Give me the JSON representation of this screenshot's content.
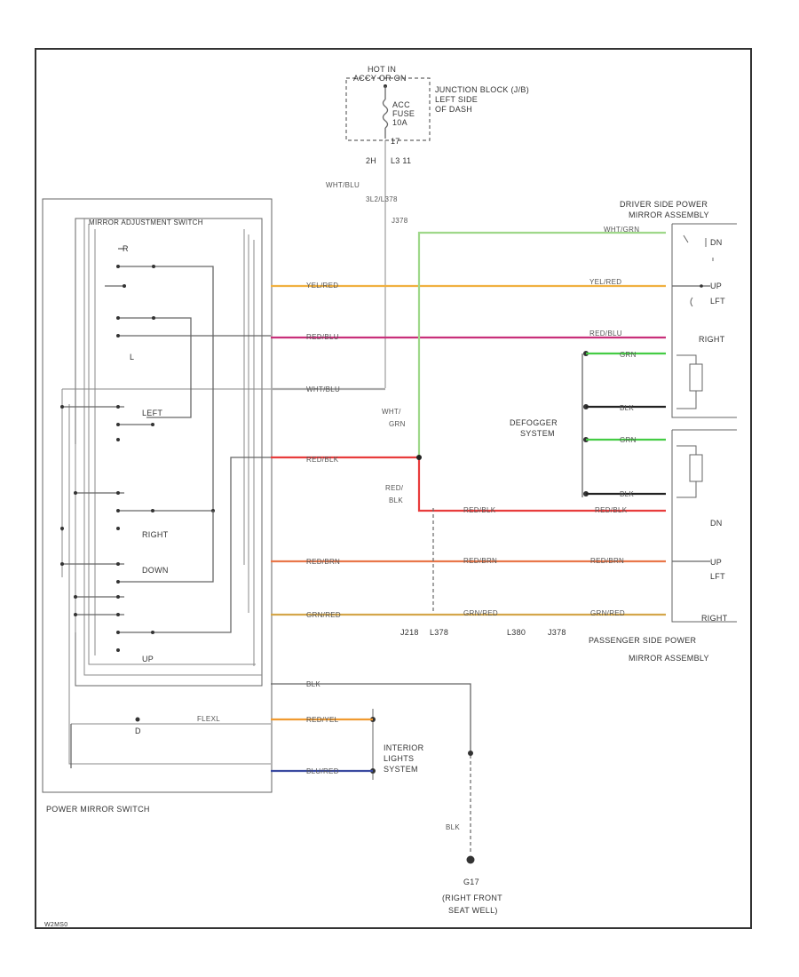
{
  "junction_block": {
    "hot_label_1": "HOT IN",
    "hot_label_2": "ACCY OR ON",
    "fuse_1": "ACC",
    "fuse_2": "FUSE",
    "fuse_3": "10A",
    "name_1": "JUNCTION BLOCK (J/B)",
    "name_2": "LEFT SIDE",
    "name_3": "OF DASH",
    "pin_1": "2H",
    "pin_2": "L3 11",
    "pin_3": "17"
  },
  "wire_labels": {
    "wht_blu_top": "WHT/BLU",
    "connectors_top": "3L2/L378",
    "j378_top": "J378",
    "yel_red": "YEL/RED",
    "red_blu": "RED/BLU",
    "wht_blu": "WHT/BLU",
    "red_blk": "RED/BLK",
    "red_brn": "RED/BRN",
    "grn_red": "GRN/RED",
    "blk": "BLK",
    "red_yel": "RED/YEL",
    "blu_red": "BLU/RED",
    "wht_grn_driver": "WHT/GRN",
    "yel_red_right": "YEL/RED",
    "red_blu_right": "RED/BLU",
    "grn": "GRN",
    "red_blk_right": "RED/BLK",
    "red_brn_right": "RED/BRN",
    "grn_red_right": "GRN/RED",
    "wht_grn_mid_1": "WHT/",
    "wht_grn_mid_2": "GRN",
    "red_blk_mid_1": "RED/",
    "red_blk_mid_2": "BLK",
    "blk_ground": "BLK",
    "flex_wire": "FLEXL"
  },
  "switch": {
    "title": "MIRROR ADJUSTMENT SWITCH",
    "l_label": "L",
    "r_label": "R",
    "left": "LEFT",
    "right": "RIGHT",
    "down": "DOWN",
    "up": "UP",
    "name": "POWER MIRROR SWITCH",
    "d_label": "D"
  },
  "driver_mirror": {
    "name_1": "DRIVER SIDE POWER",
    "name_2": "MIRROR ASSEMBLY",
    "dn": "DN",
    "up": "UP",
    "lft": "LFT",
    "right": "RIGHT"
  },
  "passenger_mirror": {
    "name_1": "PASSENGER SIDE POWER",
    "name_2": "MIRROR ASSEMBLY",
    "dn": "DN",
    "up": "UP",
    "lft": "LFT",
    "right": "RIGHT"
  },
  "defogger": {
    "name_1": "DEFOGGER",
    "name_2": "SYSTEM"
  },
  "interior_lights": {
    "name_1": "INTERIOR",
    "name_2": "LIGHTS",
    "name_3": "SYSTEM"
  },
  "ground": {
    "id": "G17",
    "name_1": "(RIGHT FRONT",
    "name_2": "SEAT WELL)"
  },
  "connectors_bottom": [
    "J218",
    "L378",
    "L380",
    "J378"
  ],
  "diagram_id": "W2MS0",
  "colors": {
    "yel_red": "#f0b040",
    "red_blu": "#c8307a",
    "red_blk": "#e83c3c",
    "red_brn": "#e9774a",
    "grn_red": "#d4a64a",
    "red_yel": "#f09a30",
    "blu_red": "#3a4aa0",
    "wht_grn": "#9fd88a",
    "grn": "#44cc44",
    "blk": "#222222"
  }
}
